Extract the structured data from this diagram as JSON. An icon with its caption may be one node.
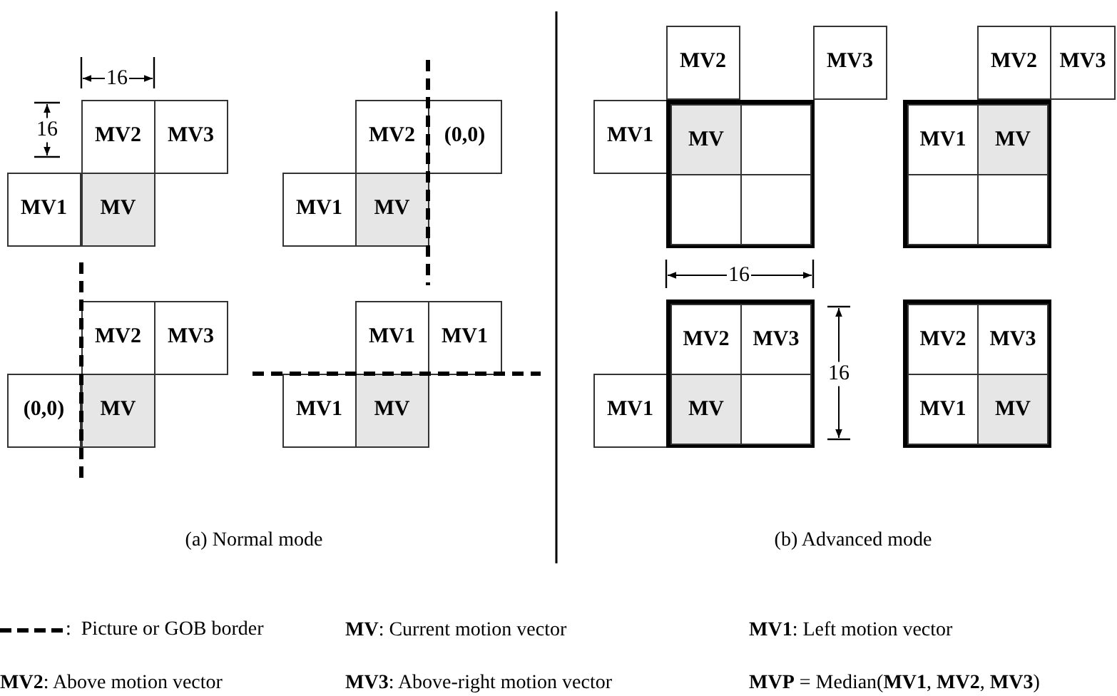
{
  "diagram": {
    "nodes": [
      {
        "text": [
          "MV2"
        ]
      },
      {
        "text": [
          "MV3"
        ]
      },
      {
        "text": [
          "MV1"
        ]
      },
      {
        "text": [
          "MV"
        ]
      },
      {
        "text": [
          "MV2"
        ]
      },
      {
        "text": [
          "(0,0)"
        ]
      },
      {
        "text": [
          "MV1"
        ]
      },
      {
        "text": [
          "MV"
        ]
      },
      {
        "text": [
          "MV2"
        ]
      },
      {
        "text": [
          "MV3"
        ]
      },
      {
        "text": [
          "(0,0)"
        ]
      },
      {
        "text": [
          "MV"
        ]
      },
      {
        "text": [
          "MV1"
        ]
      },
      {
        "text": [
          "MV1"
        ]
      },
      {
        "text": [
          "MV1"
        ]
      },
      {
        "text": [
          "MV"
        ]
      },
      {
        "text": [
          "MV2"
        ]
      },
      {
        "text": [
          "MV3"
        ]
      },
      {
        "text": [
          "MV1"
        ]
      },
      {
        "text": [],
        "shape": "box"
      },
      {
        "text": [
          "MV"
        ],
        "in": 19
      },
      {
        "text": [],
        "shape": "box",
        "in": 19
      },
      {
        "text": [],
        "shape": "box",
        "in": 19
      },
      {
        "text": [],
        "shape": "box",
        "in": 19
      },
      {
        "text": [
          "MV2"
        ]
      },
      {
        "text": [
          "MV3"
        ]
      },
      {
        "text": [],
        "shape": "box"
      },
      {
        "text": [
          "MV1"
        ],
        "in": 26
      },
      {
        "text": [
          "MV"
        ],
        "in": 26
      },
      {
        "text": [],
        "shape": "box",
        "in": 26
      },
      {
        "text": [],
        "shape": "box",
        "in": 26
      },
      {
        "text": [],
        "shape": "box"
      },
      {
        "text": [
          "MV2"
        ],
        "in": 31
      },
      {
        "text": [
          "MV3"
        ],
        "in": 31
      },
      {
        "text": [
          "MV1"
        ]
      },
      {
        "text": [
          "MV"
        ],
        "in": 31
      },
      {
        "text": [],
        "shape": "box",
        "in": 31
      },
      {
        "text": [],
        "shape": "box"
      },
      {
        "text": [
          "MV2"
        ],
        "in": 37
      },
      {
        "text": [
          "MV3"
        ],
        "in": 37
      },
      {
        "text": [
          "MV1"
        ],
        "in": 37
      },
      {
        "text": [
          "MV"
        ],
        "in": 37
      }
    ],
    "labels": [
      "16",
      "16",
      "16",
      "16",
      "(a) Normal mode",
      "(b) Advanced mode",
      "**MV**:  Current motion vector",
      "**MV1**:  Left motion vector",
      "**MV2**:  Above motion vector",
      "**MV3**:  Above-right motion vector",
      "**MVP** = Median(**MV1**, **MV2**, **MV3**)"
    ],
    "legend": [
      {
        "text": ":  Picture or GOB border"
      }
    ]
  }
}
